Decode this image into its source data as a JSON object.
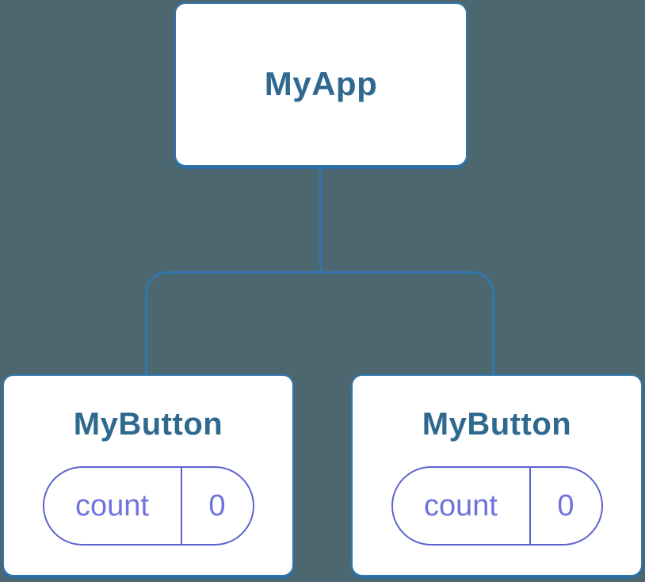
{
  "diagram": {
    "description": "React component tree diagram",
    "root": {
      "label": "MyApp"
    },
    "children": [
      {
        "label": "MyButton",
        "state": {
          "key": "count",
          "value": "0"
        }
      },
      {
        "label": "MyButton",
        "state": {
          "key": "count",
          "value": "0"
        }
      }
    ]
  },
  "colors": {
    "bg": "#4C6770",
    "card-bg": "#FFFFFF",
    "line-blue": "#3077AB",
    "line-blue-dark": "#2B6D9E",
    "heading-blue": "#2F6990",
    "pill-purple": "#5C63D0",
    "pill-text": "#6E73DD"
  }
}
